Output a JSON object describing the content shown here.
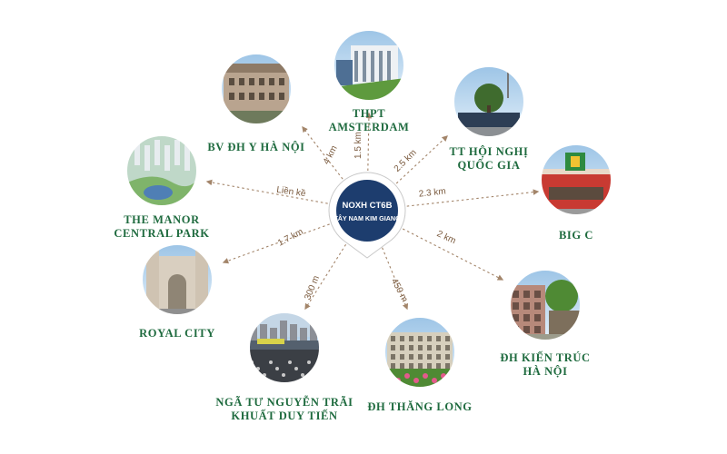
{
  "center": {
    "line1": "NOXH CT6B",
    "line2": "TÂY NAM KIM GIANG",
    "color": "#1d3d6e"
  },
  "accent_color": "#1f6b3f",
  "nodes": [
    {
      "id": "bv-dh-y",
      "label": [
        "BV ĐH Y HÀ NỘI"
      ],
      "distance": "4 km",
      "icon": "hospital-building-photo"
    },
    {
      "id": "thpt-amsterdam",
      "label": [
        "THPT",
        "AMSTERDAM"
      ],
      "distance": "1.5 km",
      "icon": "school-building-photo"
    },
    {
      "id": "tt-hoi-nghi",
      "label": [
        "TT HỘI NGHỊ",
        "QUỐC GIA"
      ],
      "distance": "2.5 km",
      "icon": "convention-center-photo"
    },
    {
      "id": "big-c",
      "label": [
        "BIG C"
      ],
      "distance": "2.3 km",
      "icon": "supermarket-photo"
    },
    {
      "id": "dh-kien-truc",
      "label": [
        "ĐH KIẾN TRÚC",
        "HÀ NỘI"
      ],
      "distance": "2 km",
      "icon": "university-photo"
    },
    {
      "id": "dh-thang-long",
      "label": [
        "ĐH THĂNG LONG"
      ],
      "distance": "450 m",
      "icon": "campus-photo"
    },
    {
      "id": "nga-tu",
      "label": [
        "NGÃ TƯ NGUYỄN TRÃI",
        "KHUẤT DUY TIẾN"
      ],
      "distance": "300 m",
      "icon": "intersection-photo"
    },
    {
      "id": "royal-city",
      "label": [
        "ROYAL CITY"
      ],
      "distance": "1.7 km",
      "icon": "royal-city-photo"
    },
    {
      "id": "manor-central-park",
      "label": [
        "THE MANOR",
        "CENTRAL PARK"
      ],
      "distance": "Liền kề",
      "icon": "manor-park-photo"
    }
  ]
}
